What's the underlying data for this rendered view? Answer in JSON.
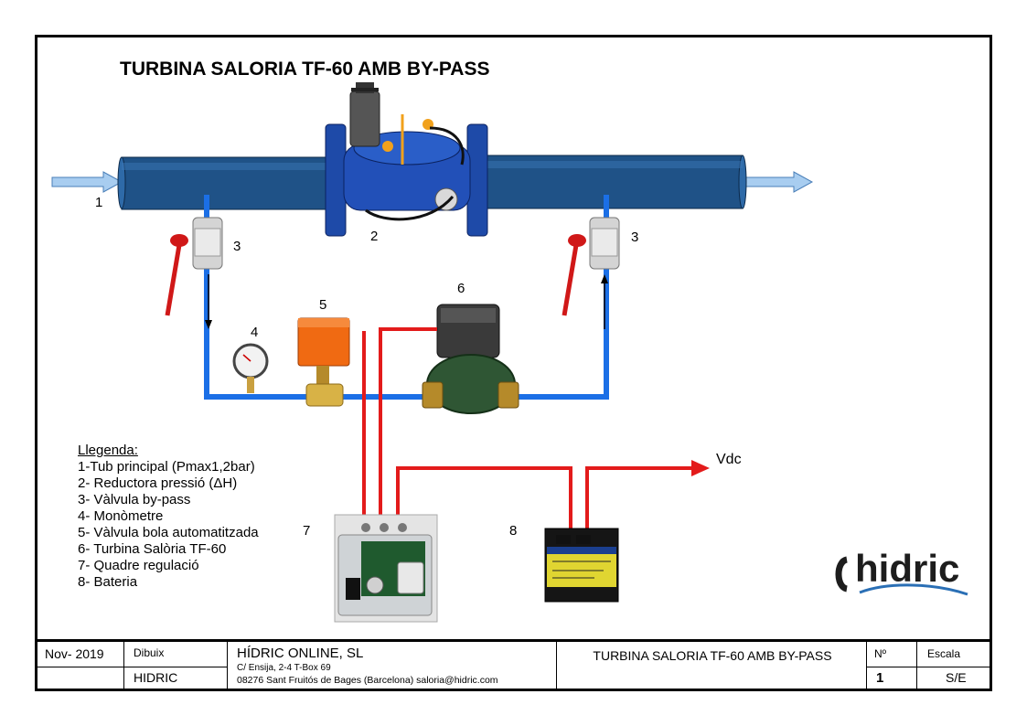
{
  "title": "TURBINA SALORIA TF-60 AMB BY-PASS",
  "labels": {
    "n1": "1",
    "n2": "2",
    "n3a": "3",
    "n3b": "3",
    "n4": "4",
    "n5": "5",
    "n6": "6",
    "n7": "7",
    "n8": "8"
  },
  "vdc": "Vdc",
  "legend": {
    "heading": "Llegenda:",
    "items": [
      "1-Tub principal (Pmax1,2bar)",
      "2- Reductora pressió (ΔH)",
      "3- Vàlvula by-pass",
      "4- Monòmetre",
      "5- Vàlvula bola automatitzada",
      "6- Turbina Salòria TF-60",
      "7- Quadre regulació",
      "8- Bateria"
    ]
  },
  "logo": {
    "brand": "hidric"
  },
  "colors": {
    "pipe_main": "#1d4f83",
    "bypass": "#1b6fe6",
    "wire": "#e31b1b",
    "valve_body": "#1f4fb0",
    "valve_handle": "#d01818",
    "turbine": "#2f5634",
    "actuator": "#f06a12",
    "battery": "#151515",
    "battery_label": "#e0d531",
    "logo_accent": "#2a6fb5"
  },
  "icons": [
    "flow-in-arrow",
    "flow-out-arrow",
    "ball-valve-icon",
    "manometer-icon",
    "actuator-icon",
    "turbine-icon",
    "control-box-icon",
    "battery-icon",
    "pressure-reducer-icon"
  ],
  "titleblock": {
    "date": "Nov- 2019",
    "drawn_label": "Dibuix",
    "drawn_value": "HIDRIC",
    "company": "HÍDRIC ONLINE, SL",
    "address1": "C/ Ensija, 2-4 T-Box 69",
    "address2": "08276 Sant Fruitós de Bages (Barcelona)  saloria@hidric.com",
    "drawing_title": "TURBINA SALORIA TF-60 AMB BY-PASS",
    "number_label": "Nº",
    "number_value": "1",
    "scale_label": "Escala",
    "scale_value": "S/E"
  }
}
